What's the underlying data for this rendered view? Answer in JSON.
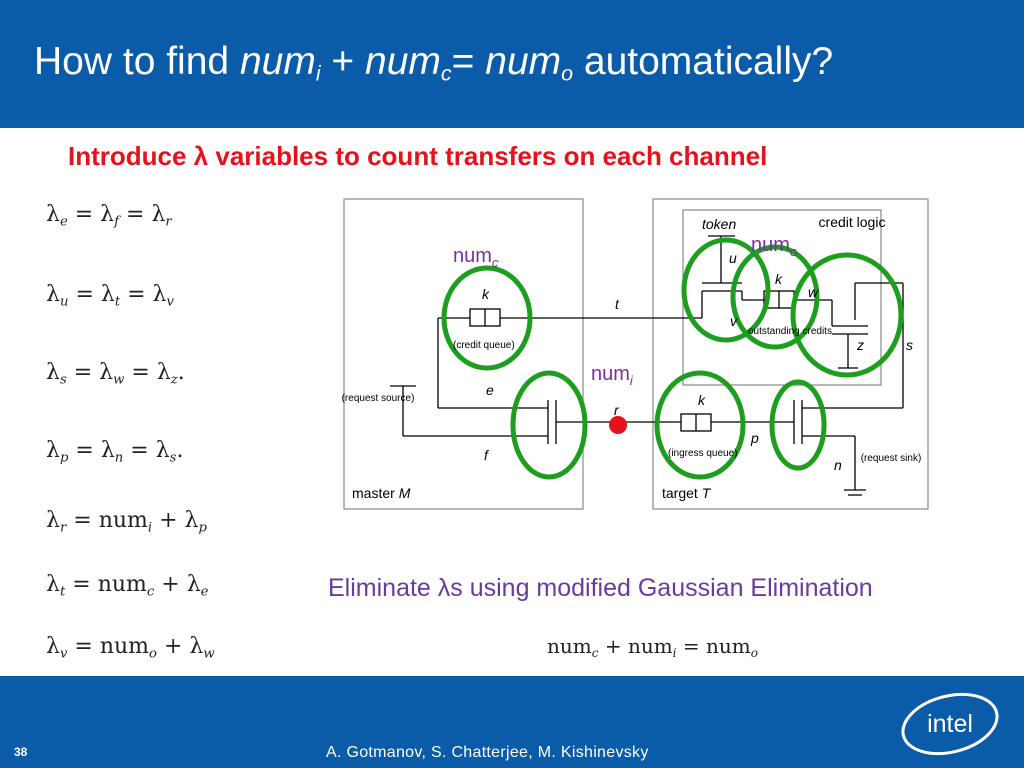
{
  "slide": {
    "title": {
      "prefix": "How to find ",
      "num": "num",
      "sub_i": "i",
      "plus": " + ",
      "sub_c": "c",
      "equals": "= ",
      "sub_o": "o",
      "suffix": " automatically?"
    },
    "subtitle": "Introduce λ variables to count transfers on each channel",
    "equations": [
      "λe = λf = λr",
      "λu = λt = λv",
      "λs = λw = λz.",
      "λp = λn = λs.",
      "λr = numi + λp",
      "λt = numc + λe",
      "λv = numo + λw"
    ],
    "eliminate_text": {
      "word": "Eliminate ",
      "lambda": "λ",
      "rest": "s using modified Gaussian Elimination"
    },
    "final_equation": "numc + numi = numo",
    "slide_number": "38",
    "authors": "A. Gotmanov, S. Chatterjee, M. Kishinevsky",
    "logo_text": "intel",
    "colors": {
      "title_bar": "#0a5ca8",
      "subtitle": "#e8111b",
      "eliminate": "#6b3aa0",
      "circle": "#1e9e1e",
      "num_label": "#7a2fa0",
      "red_dot": "#e8111b"
    }
  },
  "diagram": {
    "master_label": "master",
    "master_var": "M",
    "target_label": "target",
    "target_var": "T",
    "credit_logic": "credit logic",
    "token": "token",
    "labels": {
      "t": "t",
      "e": "e",
      "f": "f",
      "r": "r",
      "k1": "k",
      "k2": "k",
      "k3": "k",
      "u": "u",
      "v": "v",
      "w": "w",
      "z": "z",
      "s": "s",
      "p": "p",
      "n": "n"
    },
    "credit_queue": "(credit queue)",
    "outstanding": "outstanding credits",
    "request_source": "(request source)",
    "ingress_queue": "(ingress queue)",
    "request_sink": "(request sink)",
    "num_c": {
      "base": "num",
      "sub": "c"
    },
    "num_o": {
      "base": "num",
      "sub": "o"
    },
    "num_i": {
      "base": "num",
      "sub": "i"
    }
  }
}
